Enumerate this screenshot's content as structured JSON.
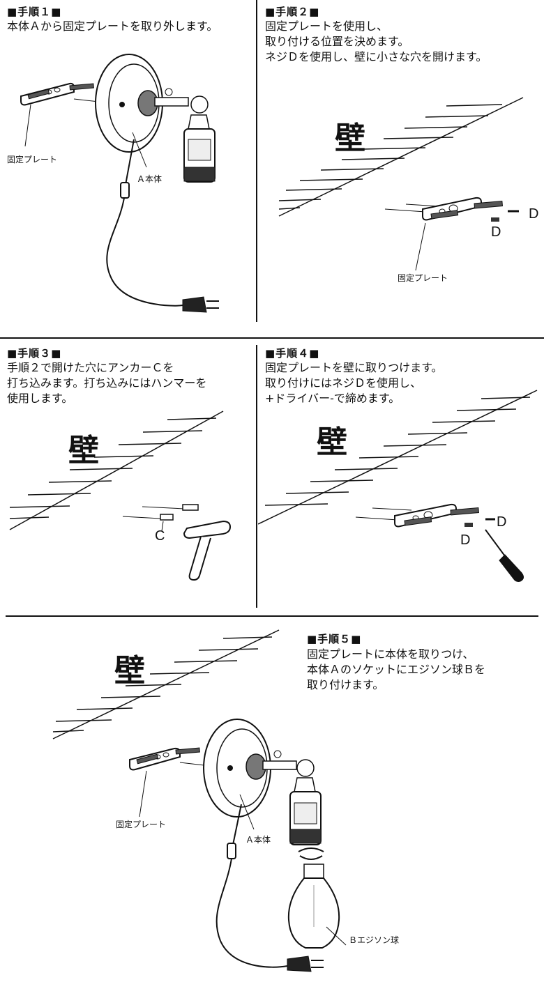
{
  "steps": [
    {
      "title": "■手順１■",
      "text": "本体Ａから固定プレートを取り外します。",
      "labels": {
        "plate": "固定プレート",
        "body": "Ａ本体"
      }
    },
    {
      "title": "■手順２■",
      "text": "固定プレートを使用し、\n取り付ける位置を決めます。\nネジＤを使用し、壁に小さな穴を開けます。",
      "labels": {
        "wall": "壁",
        "plate": "固定プレート",
        "screw_d1": "D",
        "screw_d2": "D"
      }
    },
    {
      "title": "■手順３■",
      "text": "手順２で開けた穴にアンカーＣを\n打ち込みます。打ち込みにはハンマーを\n使用します。",
      "labels": {
        "wall": "壁",
        "anchor_c": "C"
      }
    },
    {
      "title": "■手順４■",
      "text": "固定プレートを壁に取りつけます。\n取り付けにはネジＤを使用し、\n+ドライバー-で締めます。",
      "labels": {
        "wall": "壁",
        "screw_d1": "D",
        "screw_d2": "D"
      }
    },
    {
      "title": "■手順５■",
      "text": "固定プレートに本体を取りつけ、\n本体Ａのソケットにエジソン球Ｂを\n取り付けます。",
      "labels": {
        "wall": "壁",
        "plate": "固定プレート",
        "body": "Ａ本体",
        "bulb": "Ｂエジソン球"
      }
    }
  ]
}
